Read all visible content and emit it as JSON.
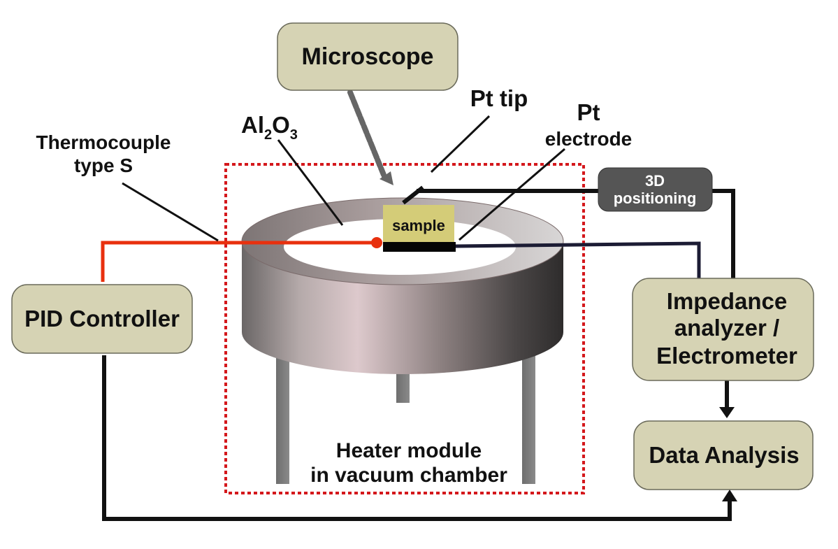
{
  "boxes": {
    "microscope": "Microscope",
    "pid_controller": "PID Controller",
    "impedance_line1": "Impedance",
    "impedance_line2": "analyzer /",
    "impedance_line3": "Electrometer",
    "data_analysis": "Data Analysis",
    "positioning_line1": "3D",
    "positioning_line2": "positioning",
    "sample": "sample"
  },
  "labels": {
    "pt_tip": "Pt tip",
    "pt_electrode_line1": "Pt",
    "pt_electrode_line2": "electrode",
    "thermocouple_line1": "Thermocouple",
    "thermocouple_line2": "type S",
    "al2o3_al": "Al",
    "al2o3_sub2": "2",
    "al2o3_o": "O",
    "al2o3_sub3": "3",
    "heater_line1": "Heater module",
    "heater_line2": "in vacuum chamber"
  },
  "colors": {
    "box_fill": "#d6d3b4",
    "box_stroke": "#6a6a5a",
    "sample_fill": "#d4cc78",
    "thermocouple_wire": "#e8300e",
    "dashed_frame": "#d4181c",
    "wire": "#111111",
    "electrode_wire": "#1c1c34",
    "positioning_fill": "#555555"
  }
}
